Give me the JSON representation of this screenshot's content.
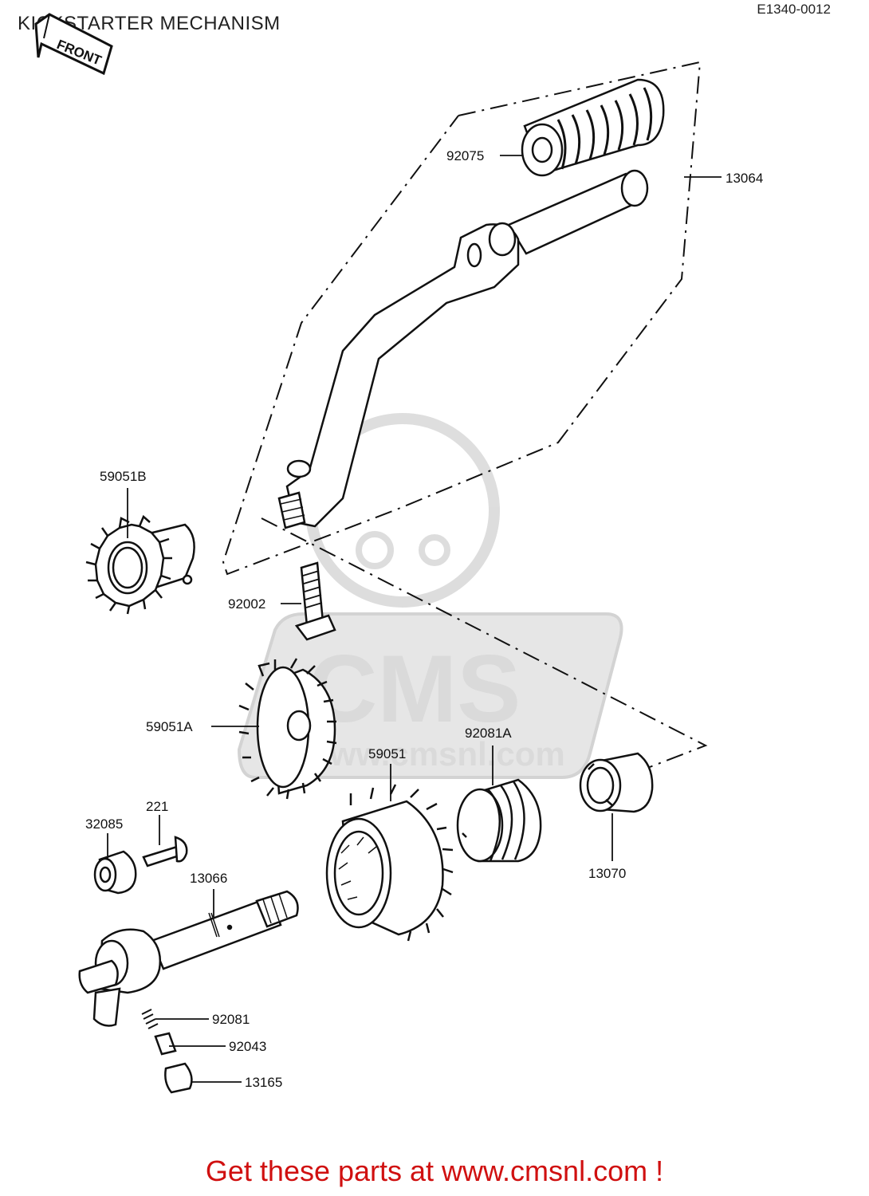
{
  "header": {
    "title": "KICKSTARTER MECHANISM",
    "diagram_code": "E1340-0012"
  },
  "front_tag": "FRONT",
  "watermark": {
    "brand": "CMS",
    "url": "www.cmsnl.com",
    "color": "#cfcfcf"
  },
  "parts": {
    "p92075": "92075",
    "p13064": "13064",
    "p59051B": "59051B",
    "p92002": "92002",
    "p59051A": "59051A",
    "p92081A": "92081A",
    "p59051": "59051",
    "p221": "221",
    "p32085": "32085",
    "p13066": "13066",
    "p13070": "13070",
    "p92081": "92081",
    "p92043": "92043",
    "p13165": "13165"
  },
  "footer": {
    "text": "Get these parts at www.cmsnl.com !",
    "color": "#d01010"
  }
}
